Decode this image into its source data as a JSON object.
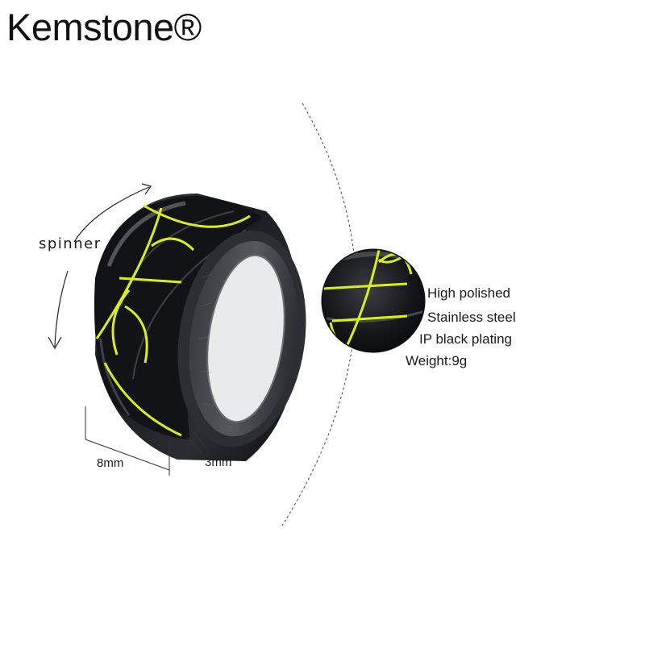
{
  "brand": {
    "name": "Kemstone®"
  },
  "annotations": {
    "rotation_label": "spinner",
    "width_label": "8mm",
    "thickness_label": "3mm"
  },
  "specs": [
    "High polished",
    "Stainless steel",
    "IP black plating",
    "Weight:9g"
  ],
  "colors": {
    "ring_black": "#16181c",
    "accent_lime": "#d9ee1a"
  }
}
